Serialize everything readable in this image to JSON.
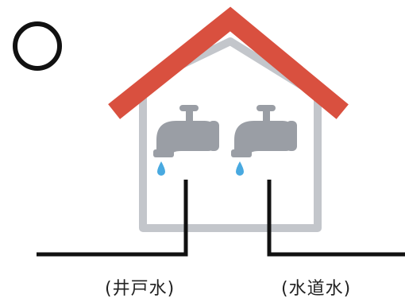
{
  "colors": {
    "roof": "#d9503f",
    "wall": "#c3c6cb",
    "faucet": "#9a9ea5",
    "drop": "#48a9e0",
    "pipe": "#111111",
    "mark": "#111111"
  },
  "mark": "circle",
  "labels": {
    "left": "(井戸水)",
    "right": "(水道水)"
  }
}
